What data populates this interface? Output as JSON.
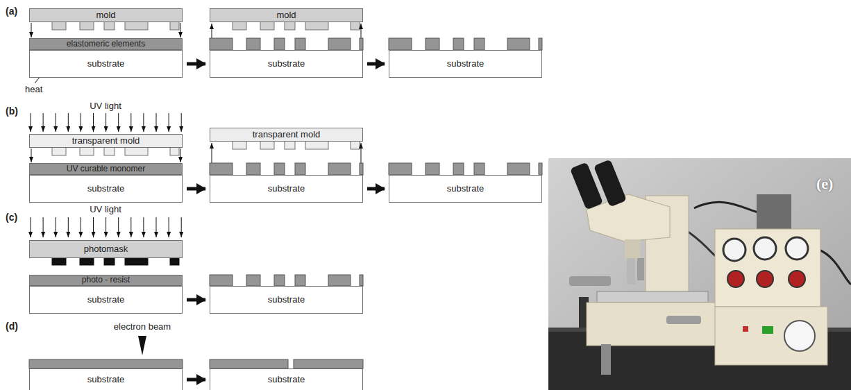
{
  "diagram": {
    "nodes": [
      {
        "text": [
          "mold"
        ]
      },
      {
        "text": [
          "elastomeric elements"
        ]
      },
      {
        "text": [
          "substrate"
        ]
      },
      {
        "text": [
          "mold"
        ]
      },
      {
        "text": [
          "substrate"
        ]
      },
      {
        "text": [
          "substrate"
        ]
      },
      {
        "text": [
          "transparent mold"
        ]
      },
      {
        "text": [
          "UV curable monomer"
        ]
      },
      {
        "text": [
          "substrate"
        ]
      },
      {
        "text": [
          "transparent mold"
        ]
      },
      {
        "text": [
          "substrate"
        ]
      },
      {
        "text": [
          "substrate"
        ]
      },
      {
        "text": [
          "photomask"
        ]
      },
      {
        "text": [
          "photo - resist"
        ]
      },
      {
        "text": [
          "substrate"
        ]
      },
      {
        "text": [
          "substrate"
        ]
      },
      {
        "text": [
          "substrate"
        ]
      },
      {
        "text": [
          "substrate"
        ]
      }
    ],
    "edges": [
      {
        "from": 2,
        "to": 4,
        "arrow": "to"
      },
      {
        "from": 4,
        "to": 5,
        "arrow": "to"
      },
      {
        "from": 8,
        "to": 10,
        "arrow": "to"
      },
      {
        "from": 10,
        "to": 11,
        "arrow": "to"
      },
      {
        "from": 14,
        "to": 15,
        "arrow": "to"
      },
      {
        "from": 16,
        "to": 17,
        "arrow": "to"
      }
    ],
    "labels": [
      "(a)",
      "heat",
      "(b)",
      "UV light",
      "(c)",
      "UV light",
      "(d)",
      "electron beam",
      "(e)"
    ]
  }
}
